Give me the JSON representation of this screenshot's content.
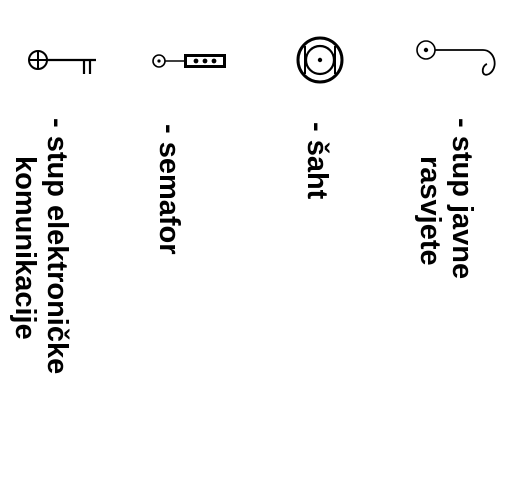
{
  "legend": {
    "items": [
      {
        "symbol": "street-light-pole-icon",
        "label_lines": [
          "- stup javne",
          "rasvjete"
        ]
      },
      {
        "symbol": "manhole-icon",
        "label_lines": [
          "- šaht"
        ]
      },
      {
        "symbol": "traffic-light-icon",
        "label_lines": [
          "- semafor"
        ]
      },
      {
        "symbol": "telecom-pole-icon",
        "label_lines": [
          "- stup elektroničke",
          "komunikacije"
        ]
      }
    ]
  }
}
